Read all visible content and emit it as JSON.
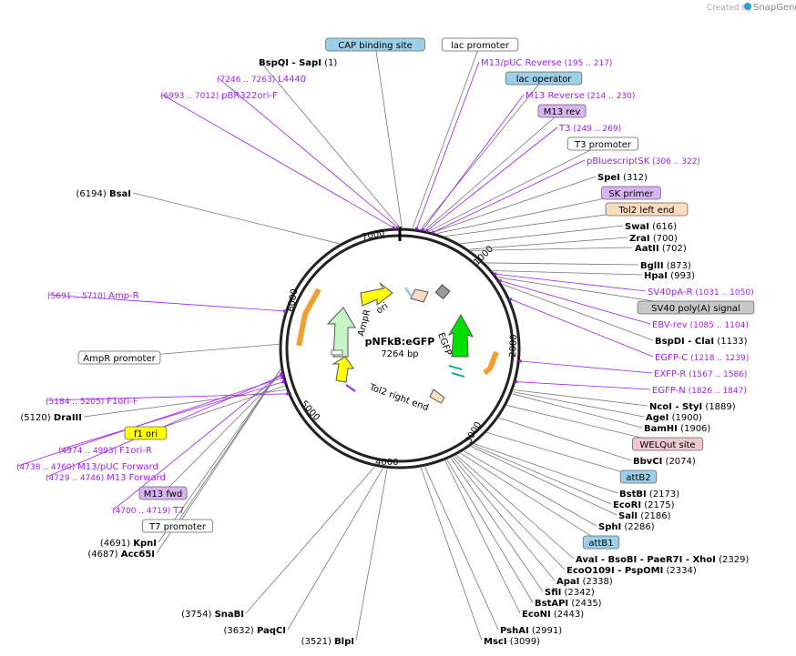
{
  "credit": {
    "prefix": "Created by",
    "brand": "SnapGene"
  },
  "plasmid": {
    "name": "pNFkB:eGFP",
    "length": "7264 bp"
  },
  "ticks": [
    "1000",
    "2000",
    "3000",
    "4000",
    "5000",
    "6000",
    "7000"
  ],
  "features_inner": [
    "ori",
    "AmpR",
    "EGFP",
    "Tol2 right end"
  ],
  "colors": {
    "primer": "#a020f0",
    "feature_blue": "#9cd0e8",
    "feature_purple": "#d8b4f0",
    "feature_peach": "#fbdcc0",
    "feature_yellow": "#ffff00",
    "feature_gray": "#c8c8c8",
    "feature_pink": "#f0c8d0",
    "ori_arrow": "#ffff00",
    "amp_arrow": "#c8f5c8",
    "egfp_arrow": "#00e000",
    "orange_arrow": "#f0a030"
  },
  "labels": [
    {
      "pos": "",
      "name": "CAP binding site",
      "kind": "box_blue"
    },
    {
      "pos": "",
      "name": "lac promoter",
      "kind": "box_white"
    },
    {
      "pos": "(1)",
      "name": "BspQI",
      "extra": "- SapI",
      "kind": "enzyme"
    },
    {
      "pos": "",
      "name": "M13/pUC Reverse",
      "range": "(195 .. 217)",
      "kind": "primer"
    },
    {
      "pos": "(7246 .. 7263)",
      "name": "L4440",
      "kind": "primer_left"
    },
    {
      "pos": "",
      "name": "lac operator",
      "kind": "box_blue"
    },
    {
      "pos": "(6993 .. 7012)",
      "name": "pBR322ori-F",
      "kind": "primer_left"
    },
    {
      "pos": "",
      "name": "M13 Reverse",
      "range": "(214 .. 230)",
      "kind": "primer"
    },
    {
      "pos": "",
      "name": "M13 rev",
      "kind": "box_purple"
    },
    {
      "pos": "",
      "name": "T3",
      "range": "(249 .. 269)",
      "kind": "primer"
    },
    {
      "pos": "",
      "name": "T3 promoter",
      "kind": "box_white"
    },
    {
      "pos": "",
      "name": "pBluescriptSK",
      "range": "(306 .. 322)",
      "kind": "primer"
    },
    {
      "pos": "(6194)",
      "name": "BsaI",
      "kind": "enzyme_left"
    },
    {
      "pos": "(312)",
      "name": "SpeI",
      "kind": "enzyme"
    },
    {
      "pos": "",
      "name": "SK primer",
      "kind": "box_purple"
    },
    {
      "pos": "",
      "name": "Tol2 left end",
      "kind": "box_peach"
    },
    {
      "pos": "(616)",
      "name": "SwaI",
      "kind": "enzyme"
    },
    {
      "pos": "(700)",
      "name": "ZraI",
      "kind": "enzyme"
    },
    {
      "pos": "(702)",
      "name": "AatII",
      "kind": "enzyme"
    },
    {
      "pos": "(873)",
      "name": "BglII",
      "kind": "enzyme"
    },
    {
      "pos": "(993)",
      "name": "HpaI",
      "kind": "enzyme"
    },
    {
      "pos": "(5691 .. 5710)",
      "name": "Amp-R",
      "kind": "primer_left"
    },
    {
      "pos": "",
      "name": "SV40pA-R",
      "range": "(1031 .. 1050)",
      "kind": "primer"
    },
    {
      "pos": "",
      "name": "SV40 poly(A) signal",
      "kind": "box_gray"
    },
    {
      "pos": "",
      "name": "EBV-rev",
      "range": "(1085 .. 1104)",
      "kind": "primer"
    },
    {
      "pos": "(1133)",
      "name": "BspDI",
      "extra": "- ClaI",
      "kind": "enzyme"
    },
    {
      "pos": "",
      "name": "AmpR promoter",
      "kind": "box_white"
    },
    {
      "pos": "",
      "name": "EGFP-C",
      "range": "(1218 .. 1239)",
      "kind": "primer"
    },
    {
      "pos": "",
      "name": "EXFP-R",
      "range": "(1567 .. 1586)",
      "kind": "primer"
    },
    {
      "pos": "",
      "name": "EGFP-N",
      "range": "(1826 .. 1847)",
      "kind": "primer"
    },
    {
      "pos": "(5184 .. 5205)",
      "name": "F1ori-F",
      "kind": "primer_left"
    },
    {
      "pos": "(1889)",
      "name": "NcoI",
      "extra": "- StyI",
      "kind": "enzyme"
    },
    {
      "pos": "(5120)",
      "name": "DraIII",
      "kind": "enzyme_left"
    },
    {
      "pos": "(1900)",
      "name": "AgeI",
      "kind": "enzyme"
    },
    {
      "pos": "(1906)",
      "name": "BamHI",
      "kind": "enzyme"
    },
    {
      "pos": "",
      "name": "f1 ori",
      "kind": "box_yellow"
    },
    {
      "pos": "",
      "name": "WELQut site",
      "kind": "box_pink"
    },
    {
      "pos": "(4974 .. 4993)",
      "name": "F1ori-R",
      "kind": "primer_left"
    },
    {
      "pos": "(2074)",
      "name": "BbvCI",
      "kind": "enzyme"
    },
    {
      "pos": "(4738 .. 4760)",
      "name": "M13/pUC Forward",
      "kind": "primer_left"
    },
    {
      "pos": "(4729 .. 4746)",
      "name": "M13 Forward",
      "kind": "primer_left"
    },
    {
      "pos": "",
      "name": "attB2",
      "kind": "box_blue"
    },
    {
      "pos": "",
      "name": "M13 fwd",
      "kind": "box_purple"
    },
    {
      "pos": "(2173)",
      "name": "BstBI",
      "kind": "enzyme"
    },
    {
      "pos": "(2175)",
      "name": "EcoRI",
      "kind": "enzyme"
    },
    {
      "pos": "(4700 .. 4719)",
      "name": "T7",
      "kind": "primer_left"
    },
    {
      "pos": "(2186)",
      "name": "SalI",
      "kind": "enzyme"
    },
    {
      "pos": "",
      "name": "T7 promoter",
      "kind": "box_white"
    },
    {
      "pos": "(2286)",
      "name": "SphI",
      "kind": "enzyme"
    },
    {
      "pos": "(4691)",
      "name": "KpnI",
      "kind": "enzyme_left"
    },
    {
      "pos": "(4687)",
      "name": "Acc65I",
      "kind": "enzyme_left"
    },
    {
      "pos": "",
      "name": "attB1",
      "kind": "box_blue"
    },
    {
      "pos": "(2329)",
      "name": "AvaI",
      "extra": "- BsoBI - PaeR7I - XhoI",
      "kind": "enzyme"
    },
    {
      "pos": "(2334)",
      "name": "EcoO109I",
      "extra": "- PspOMI",
      "kind": "enzyme"
    },
    {
      "pos": "(2338)",
      "name": "ApaI",
      "kind": "enzyme"
    },
    {
      "pos": "(2342)",
      "name": "SfiI",
      "kind": "enzyme"
    },
    {
      "pos": "(2435)",
      "name": "BstAPI",
      "kind": "enzyme"
    },
    {
      "pos": "(2443)",
      "name": "EcoNI",
      "kind": "enzyme"
    },
    {
      "pos": "(3754)",
      "name": "SnaBI",
      "kind": "enzyme_left"
    },
    {
      "pos": "(2991)",
      "name": "PshAI",
      "kind": "enzyme"
    },
    {
      "pos": "(3632)",
      "name": "PaqCI",
      "kind": "enzyme_left"
    },
    {
      "pos": "(3521)",
      "name": "BlpI",
      "kind": "enzyme_left"
    },
    {
      "pos": "(3099)",
      "name": "MscI",
      "kind": "enzyme"
    }
  ]
}
